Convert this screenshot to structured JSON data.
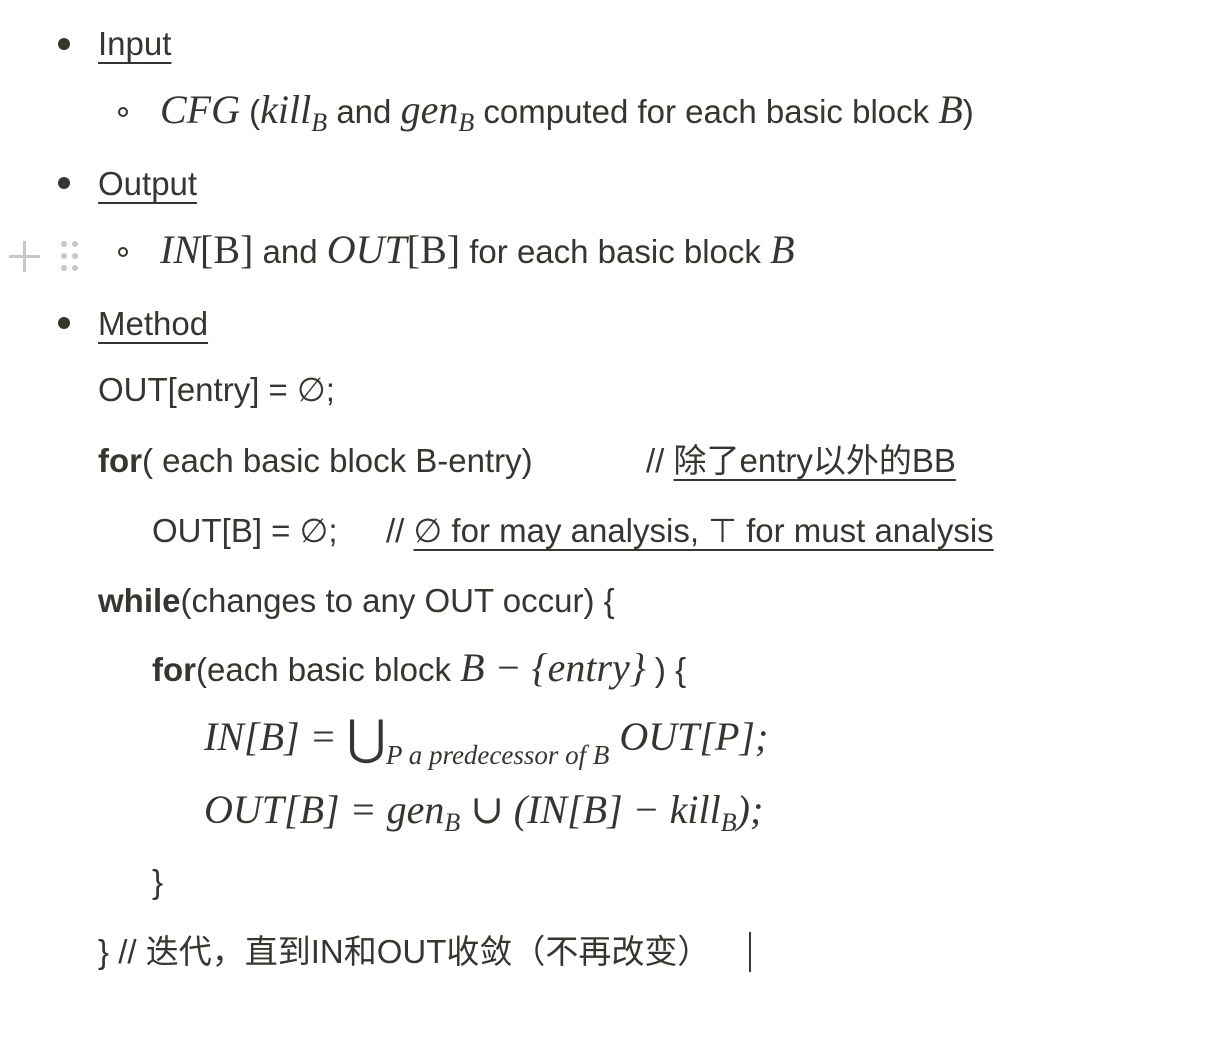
{
  "sections": {
    "input": {
      "heading": "Input"
    },
    "output": {
      "heading": "Output"
    },
    "method": {
      "heading": "Method"
    }
  },
  "input_line": {
    "cfg": "CFG",
    "open_paren": " (",
    "kill": "kill",
    "kill_sub": "B",
    "and": " and ",
    "gen": "gen",
    "gen_sub": "B",
    "computed_text": " computed for each basic block ",
    "block": "B",
    "close_paren": ")"
  },
  "output_line": {
    "in": "IN",
    "in_arg": "[B]",
    "and": " and ",
    "out": "OUT",
    "out_arg": "[B]",
    "rest_text": " for each basic block ",
    "block": "B"
  },
  "method": {
    "line1": "OUT[entry] = ∅;",
    "for1_keyword": "for",
    "for1_rest": "( each basic block B-entry)",
    "comment1_prefix": "// ",
    "comment1_text": "除了entry以外的BB",
    "line3_code": "OUT[B] = ∅;",
    "comment2_prefix": "// ",
    "comment2_text": "∅ for may analysis, ⊤ for must analysis",
    "while_keyword": "while",
    "while_rest": "(changes to any OUT occur) {",
    "for2_keyword": "for",
    "for2_rest": "(each basic block ",
    "for2_math": "B − {entry}",
    "for2_end": " ) {",
    "eq1_lhs": "IN[B] = ",
    "eq1_union": "⋃",
    "eq1_sub": "P a predecessor of B",
    "eq1_rhs": " OUT[P];",
    "eq2_lhs": "OUT[B] = gen",
    "eq2_gen_sub": "B",
    "eq2_mid": " ∪ (IN[B] − kill",
    "eq2_kill_sub": "B",
    "eq2_end": ");",
    "close_inner": "}",
    "close_outer": "} // 迭代，直到IN和OUT收敛（不再改变）"
  }
}
